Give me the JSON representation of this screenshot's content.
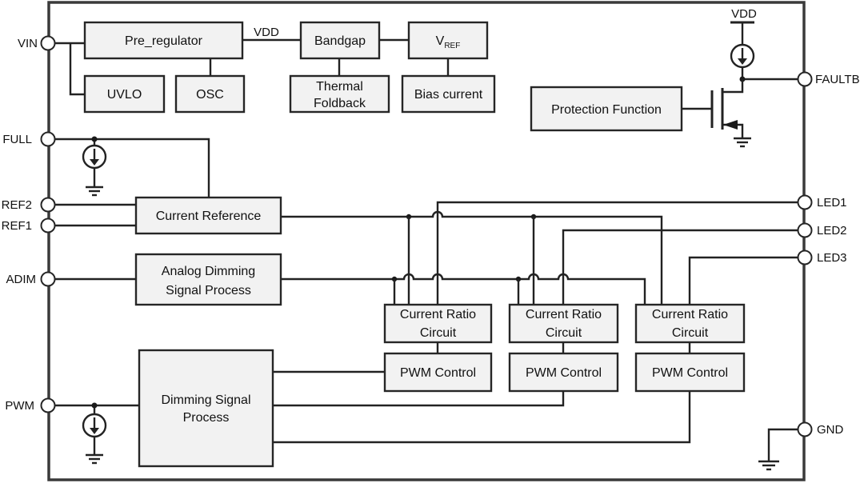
{
  "pins": {
    "vin": "VIN",
    "full": "FULL",
    "ref2": "REF2",
    "ref1": "REF1",
    "adim": "ADIM",
    "pwm": "PWM",
    "faultb": "FAULTB",
    "led1": "LED1",
    "led2": "LED2",
    "led3": "LED3",
    "gnd": "GND"
  },
  "nets": {
    "vdd_top": "VDD",
    "vdd_right": "VDD"
  },
  "blocks": {
    "pre_regulator": "Pre_regulator",
    "uvlo": "UVLO",
    "osc": "OSC",
    "bandgap": "Bandgap",
    "thermal_foldback": [
      "Thermal",
      "Foldback"
    ],
    "vref": {
      "main": "V",
      "sub": "REF"
    },
    "bias_current": "Bias current",
    "protection_function": "Protection Function",
    "current_reference": "Current Reference",
    "analog_dimming": [
      "Analog Dimming",
      "Signal Process"
    ],
    "dimming_signal": [
      "Dimming Signal",
      "Process"
    ],
    "current_ratio": [
      [
        "Current Ratio",
        "Circuit"
      ],
      [
        "Current Ratio",
        "Circuit"
      ],
      [
        "Current Ratio",
        "Circuit"
      ]
    ],
    "pwm_control": [
      "PWM Control",
      "PWM Control",
      "PWM Control"
    ]
  },
  "colors": {
    "block_fill": "#f2f2f2",
    "line": "#262626",
    "background": "#ffffff"
  }
}
